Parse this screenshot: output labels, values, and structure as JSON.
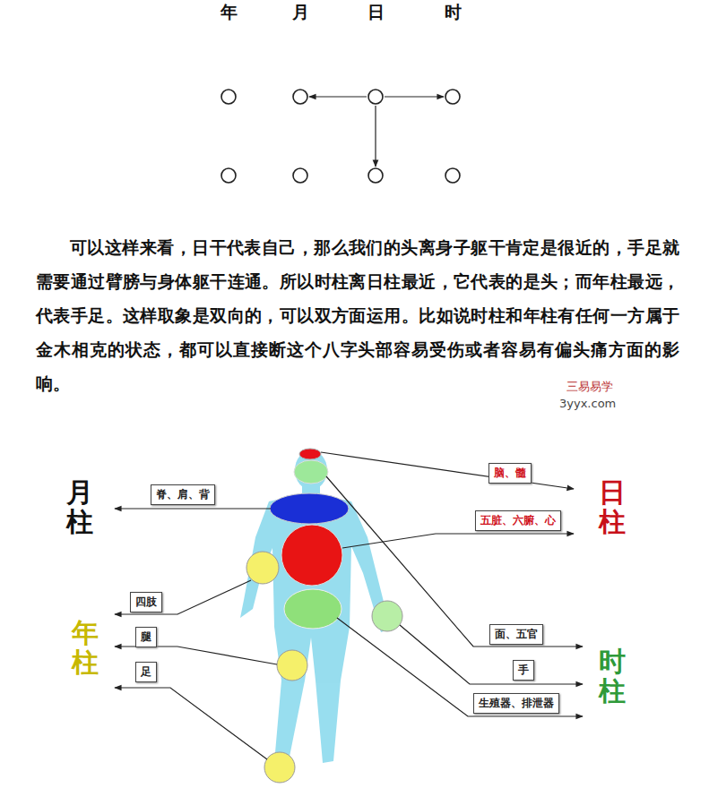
{
  "diagram": {
    "nodes": [
      {
        "text": [
          "年"
        ]
      },
      {
        "text": [
          "月"
        ]
      },
      {
        "text": [
          "日"
        ]
      },
      {
        "text": [
          "时"
        ]
      },
      {
        "text": []
      },
      {
        "text": []
      },
      {
        "text": []
      },
      {
        "text": []
      },
      {
        "text": [
          "脊、肩、背"
        ]
      },
      {
        "text": [
          "脑、髓"
        ]
      },
      {
        "text": [
          "五脏、六腑、心"
        ]
      },
      {
        "text": [
          "四肢"
        ]
      },
      {
        "text": [
          "腿"
        ]
      },
      {
        "text": [
          "面、五官"
        ]
      },
      {
        "text": [
          "足"
        ]
      },
      {
        "text": [
          "手"
        ]
      },
      {
        "text": [
          "生殖器、排泄器"
        ]
      }
    ],
    "edges": [
      {
        "from": 2,
        "to": 1,
        "arrow": "to"
      },
      {
        "from": 2,
        "to": 3,
        "arrow": "to"
      },
      {
        "from": 2,
        "to": 6,
        "arrow": "to"
      }
    ],
    "labels": [
      "可以这样来看，日干代表自己，那么我们的头离身子躯干肯定是很近的，手足就需要通过臂膀与身体躯干连通。所以时柱离日柱最近，它代表的是头；而年柱最远，代表手足。这样取象是双向的，可以双方面运用。比如说时柱和年柱有任何一方属于金木相克的状态，都可以直接断这个八字头部容易受伤或者容易有偏头痛方面的影响。",
      "三易易学",
      "3yyx.com",
      "月柱",
      "日柱",
      "年柱",
      "时柱"
    ]
  }
}
